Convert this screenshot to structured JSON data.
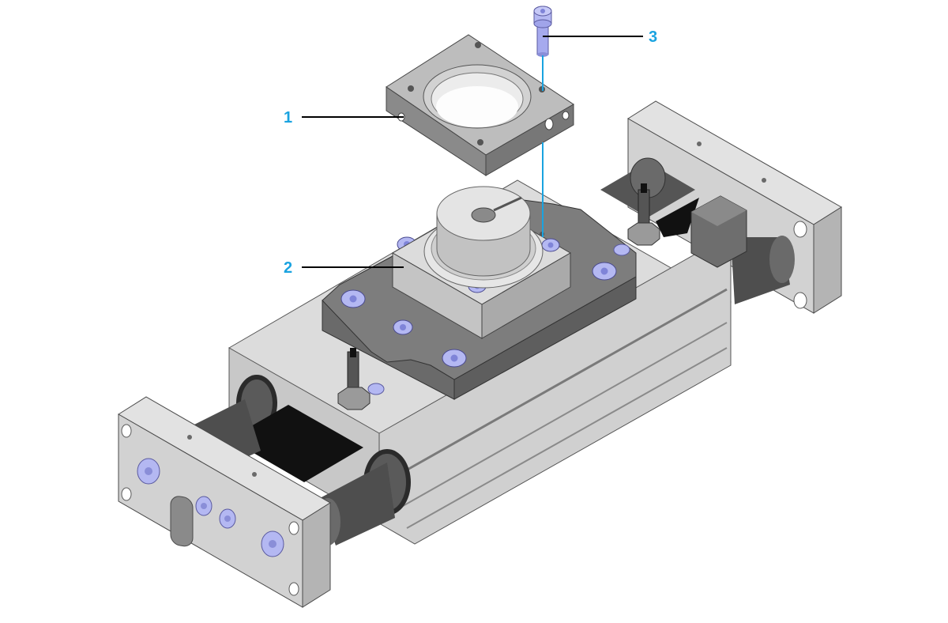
{
  "callouts": [
    {
      "number": "1",
      "part": "adapter-plate"
    },
    {
      "number": "2",
      "part": "slide-yoke-plate"
    },
    {
      "number": "3",
      "part": "socket-head-screw"
    }
  ],
  "colors": {
    "callout_text": "#1aa3e0",
    "leader_line": "#000000",
    "assembly_line": "#1aa3e0",
    "metal_light": "#d6d6d6",
    "metal_mid": "#bdbdbd",
    "metal_dark": "#8f8f8f",
    "dark_part": "#7a7a7a",
    "screw": "#b4b8f2",
    "shadow": "#000000"
  }
}
